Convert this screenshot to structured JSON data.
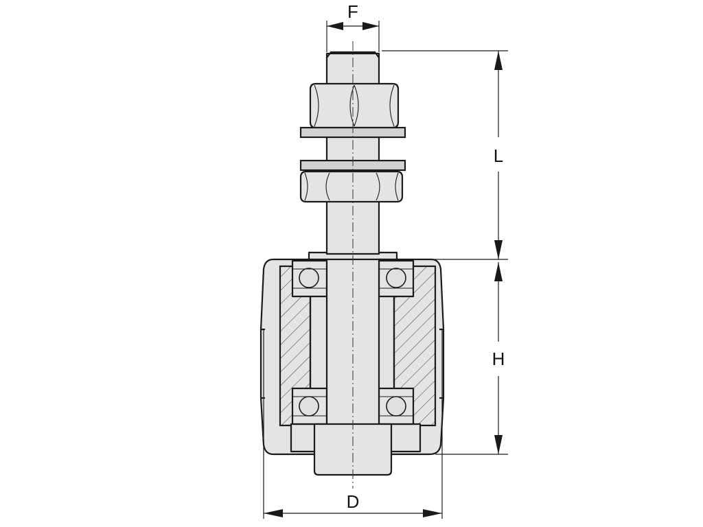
{
  "labels": {
    "F": "F",
    "L": "L",
    "H": "H",
    "D": "D"
  }
}
